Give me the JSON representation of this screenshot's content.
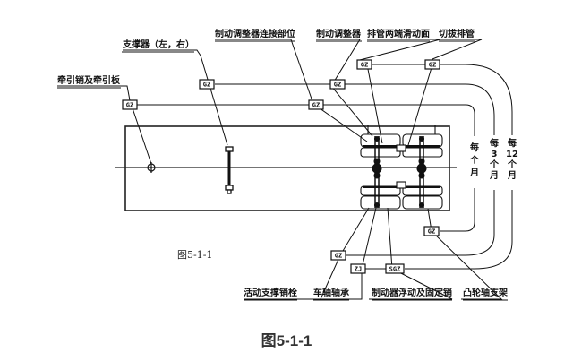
{
  "figure": {
    "caption": "图5-1-1",
    "inner_label": "图5-1-1"
  },
  "callouts": {
    "top": [
      {
        "id": "coupler",
        "label": "牵引销及牵引板",
        "tag": "GZ"
      },
      {
        "id": "support",
        "label": "支撑器（左，右）",
        "tag": "GZ"
      },
      {
        "id": "brake_adjuster_joint",
        "label": "制动调整器连接部位",
        "tag": "GZ"
      },
      {
        "id": "brake_adjuster",
        "label": "制动调整器",
        "tag": "GZ"
      },
      {
        "id": "brake_pipe_ends",
        "label": "排管两端滑动面",
        "tag": "GZ"
      },
      {
        "id": "cut_pipe",
        "label": "切拔排管",
        "tag": "GZ"
      }
    ],
    "bottom": [
      {
        "id": "movable_pin",
        "label": "活动支撑销栓",
        "tag": "GZ"
      },
      {
        "id": "axle_box",
        "label": "车轴轴承",
        "tag": "ZJ"
      },
      {
        "id": "brake_float",
        "label": "制动器浮动及固定销",
        "tag": "SGZ"
      },
      {
        "id": "cam_bracket",
        "label": "凸轮轴支架",
        "tag": "GZ"
      }
    ]
  },
  "intervals": [
    {
      "label": "每个月",
      "chars": [
        "每",
        "个",
        "月"
      ]
    },
    {
      "label": "每3个月",
      "chars": [
        "每",
        "3",
        "个",
        "月"
      ]
    },
    {
      "label": "每12个月",
      "chars": [
        "每",
        "12",
        "个",
        "月"
      ]
    }
  ]
}
